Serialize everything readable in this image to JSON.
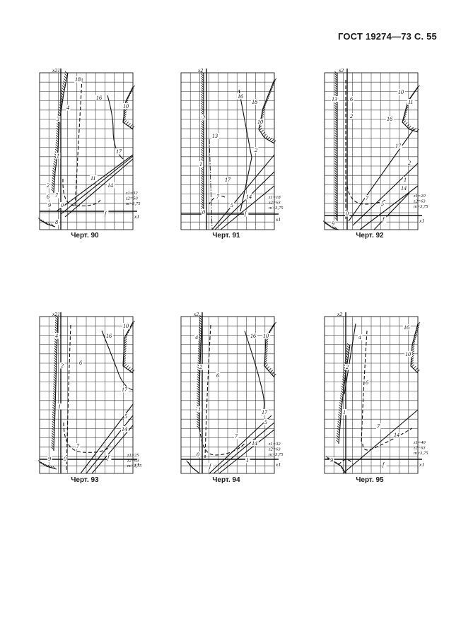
{
  "header": {
    "title": "ГОСТ 19274—73 С. 55"
  },
  "figures": [
    {
      "caption": "Черт. 90",
      "y_axis": "x21",
      "x_axis": "x1",
      "params": [
        "z1=32",
        "z2=50",
        "m>3,75"
      ],
      "curve_labels": [
        "18",
        "16",
        "10",
        "4",
        "3",
        "1",
        "6",
        "7",
        "9",
        "0",
        "8",
        "17",
        "11",
        "14",
        "f",
        "2"
      ]
    },
    {
      "caption": "Черт. 91",
      "y_axis": "x2",
      "x_axis": "x1",
      "params": [
        "z1=18",
        "z2=63",
        "m>3,75"
      ],
      "curve_labels": [
        "16",
        "18",
        "10",
        "2",
        "13",
        "1",
        "17",
        "7",
        "5",
        "14",
        "0",
        "f",
        "2"
      ]
    },
    {
      "caption": "Черт. 92",
      "y_axis": "x2",
      "x_axis": "x1",
      "params": [
        "z1=20",
        "z2=63",
        "m>3,75"
      ],
      "curve_labels": [
        "13",
        "6",
        "10",
        "11",
        "16",
        "17",
        "2",
        "1",
        "7",
        "14",
        "5",
        "0",
        "9",
        "f",
        "2"
      ]
    },
    {
      "caption": "Черт. 93",
      "y_axis": "x21",
      "x_axis": "x1",
      "params": [
        "z1=25",
        "z2=63",
        "m>3,75"
      ],
      "curve_labels": [
        "4",
        "16",
        "10",
        "2",
        "6",
        "17",
        "1",
        "5",
        "14",
        "7",
        "9",
        "0",
        "f"
      ]
    },
    {
      "caption": "Черт. 94",
      "y_axis": "x2",
      "x_axis": "x1",
      "params": [
        "z1=32",
        "z2=63",
        "m>3,75"
      ],
      "curve_labels": [
        "4",
        "16",
        "10",
        "2",
        "6",
        "1",
        "17",
        "5",
        "7",
        "14",
        "0",
        "f",
        "1"
      ]
    },
    {
      "caption": "Черт. 95",
      "y_axis": "x2",
      "x_axis": "x1",
      "params": [
        "z1=40",
        "z2=63",
        "m>3,75"
      ],
      "curve_labels": [
        "16",
        "4",
        "10",
        "2",
        "1",
        "6",
        "7",
        "14",
        "9",
        "f"
      ]
    }
  ]
}
